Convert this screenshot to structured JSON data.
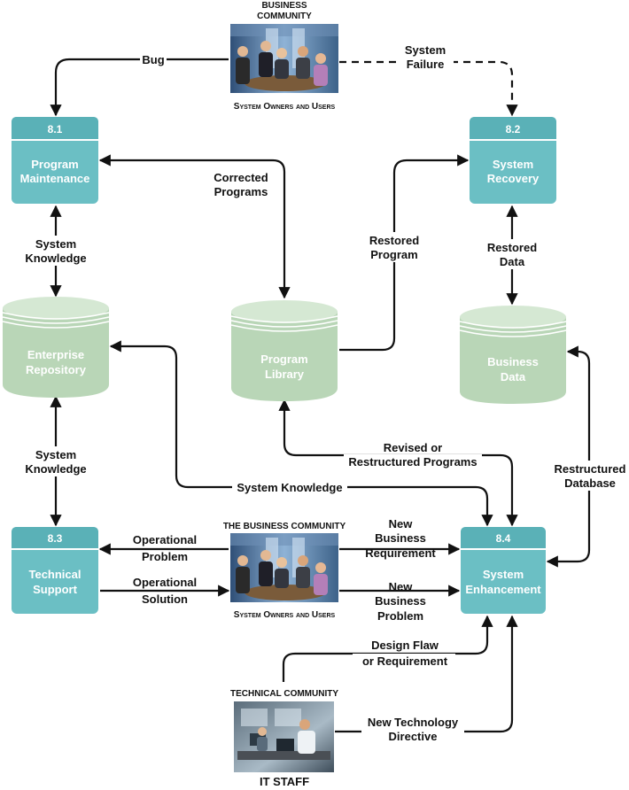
{
  "colors": {
    "process_fill": "#6bbfc4",
    "process_header": "#5ab1b7",
    "store_fill": "#b9d6b7",
    "store_top": "#d5e8d3",
    "line": "#111111"
  },
  "processes": {
    "p81": {
      "number": "8.1",
      "title_line1": "Program",
      "title_line2": "Maintenance"
    },
    "p82": {
      "number": "8.2",
      "title_line1": "System",
      "title_line2": "Recovery"
    },
    "p83": {
      "number": "8.3",
      "title_line1": "Technical",
      "title_line2": "Support"
    },
    "p84": {
      "number": "8.4",
      "title_line1": "System",
      "title_line2": "Enhancement"
    }
  },
  "stores": {
    "enterprise": {
      "line1": "Enterprise",
      "line2": "Repository"
    },
    "program_library": {
      "line1": "Program",
      "line2": "Library"
    },
    "business_data": {
      "line1": "Business",
      "line2": "Data"
    }
  },
  "entities": {
    "top": {
      "caption_line1": "BUSINESS",
      "caption_line2": "COMMUNITY",
      "subcaption": "System Owners and Users"
    },
    "middle": {
      "caption": "THE BUSINESS COMMUNITY",
      "subcaption": "System Owners and Users"
    },
    "bottom": {
      "caption": "TECHNICAL COMMUNITY",
      "subcaption": "IT STAFF"
    }
  },
  "flows": {
    "bug": "Bug",
    "system_failure": [
      "System",
      "Failure"
    ],
    "corrected_programs": [
      "Corrected",
      "Programs"
    ],
    "restored_program": [
      "Restored",
      "Program"
    ],
    "restored_data": [
      "Restored",
      "Data"
    ],
    "system_knowledge_top": [
      "System",
      "Knowledge"
    ],
    "system_knowledge_mid": [
      "System",
      "Knowledge"
    ],
    "system_knowledge_long": "System Knowledge",
    "revised_programs": [
      "Revised or",
      "Restructured Programs"
    ],
    "restructured_database": [
      "Restructured",
      "Database"
    ],
    "operational_problem": [
      "Operational",
      "Problem"
    ],
    "operational_solution": [
      "Operational",
      "Solution"
    ],
    "new_business_requirement": [
      "New",
      "Business",
      "Requirement"
    ],
    "new_business_problem": [
      "New",
      "Business",
      "Problem"
    ],
    "design_flaw": [
      "Design Flaw",
      "or Requirement"
    ],
    "new_technology": [
      "New Technology",
      "Directive"
    ]
  }
}
